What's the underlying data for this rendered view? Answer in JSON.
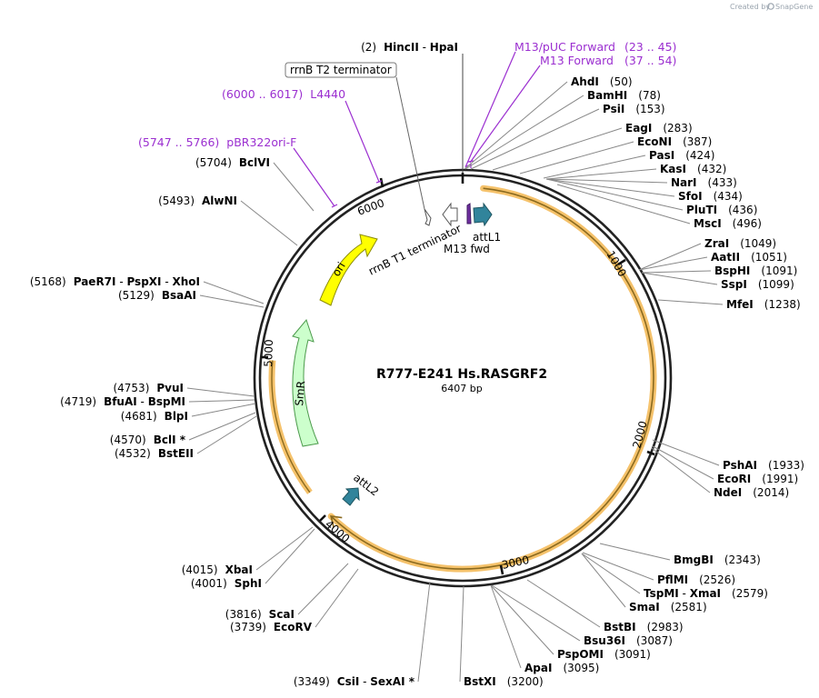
{
  "app": {
    "credit_text": "Created by",
    "brand": "SnapGene"
  },
  "plasmid": {
    "name": "R777-E241 Hs.RASGRF2",
    "length_label": "6407 bp",
    "length": 6407
  },
  "ticks": [
    "1000",
    "2000",
    "3000",
    "4000",
    "5000",
    "6000"
  ],
  "enzyme_labels": [
    {
      "pos": "(2)",
      "parts": [
        "HincII",
        " - ",
        "HpaI"
      ]
    },
    {
      "name": "AhdI",
      "pos": "(50)"
    },
    {
      "name": "BamHI",
      "pos": "(78)"
    },
    {
      "name": "PsiI",
      "pos": "(153)"
    },
    {
      "name": "EagI",
      "pos": "(283)"
    },
    {
      "name": "EcoNI",
      "pos": "(387)"
    },
    {
      "name": "PasI",
      "pos": "(424)"
    },
    {
      "name": "KasI",
      "pos": "(432)"
    },
    {
      "name": "NarI",
      "pos": "(433)"
    },
    {
      "name": "SfoI",
      "pos": "(434)"
    },
    {
      "name": "PluTI",
      "pos": "(436)"
    },
    {
      "name": "MscI",
      "pos": "(496)"
    },
    {
      "name": "ZraI",
      "pos": "(1049)"
    },
    {
      "name": "AatII",
      "pos": "(1051)"
    },
    {
      "name": "BspHI",
      "pos": "(1091)"
    },
    {
      "name": "SspI",
      "pos": "(1099)"
    },
    {
      "name": "MfeI",
      "pos": "(1238)"
    },
    {
      "name": "PshAI",
      "pos": "(1933)"
    },
    {
      "name": "EcoRI",
      "pos": "(1991)"
    },
    {
      "name": "NdeI",
      "pos": "(2014)"
    },
    {
      "name": "BmgBI",
      "pos": "(2343)"
    },
    {
      "name": "PflMI",
      "pos": "(2526)"
    },
    {
      "parts": [
        "TspMI",
        " - ",
        "XmaI"
      ],
      "pos": "(2579)"
    },
    {
      "name": "SmaI",
      "pos": "(2581)"
    },
    {
      "name": "BstBI",
      "pos": "(2983)"
    },
    {
      "name": "Bsu36I",
      "pos": "(3087)"
    },
    {
      "name": "PspOMI",
      "pos": "(3091)"
    },
    {
      "name": "ApaI",
      "pos": "(3095)"
    },
    {
      "name": "BstXI",
      "pos": "(3200)"
    },
    {
      "pos": "(3349)",
      "parts": [
        "CsiI",
        " - ",
        "SexAI *"
      ]
    },
    {
      "pos": "(3739)",
      "name": "EcoRV"
    },
    {
      "pos": "(3816)",
      "name": "ScaI"
    },
    {
      "pos": "(4001)",
      "name": "SphI"
    },
    {
      "pos": "(4015)",
      "name": "XbaI"
    },
    {
      "pos": "(4532)",
      "name": "BstEII"
    },
    {
      "pos": "(4570)",
      "name": "BclI *"
    },
    {
      "pos": "(4681)",
      "name": "BlpI"
    },
    {
      "pos": "(4719)",
      "parts": [
        "BfuAI",
        " - ",
        "BspMI"
      ]
    },
    {
      "pos": "(4753)",
      "name": "PvuI"
    },
    {
      "pos": "(5129)",
      "name": "BsaAI"
    },
    {
      "pos": "(5168)",
      "parts": [
        "PaeR7I",
        " - ",
        "PspXI",
        " - ",
        "XhoI"
      ]
    },
    {
      "pos": "(5493)",
      "name": "AlwNI"
    },
    {
      "pos": "(5704)",
      "name": "BclVI"
    }
  ],
  "primers": [
    {
      "name": "M13/pUC Forward",
      "range": "(23 .. 45)"
    },
    {
      "name": "M13 Forward",
      "range": "(37 .. 54)"
    },
    {
      "name": "L4440",
      "range": "(6000 .. 6017)"
    },
    {
      "name": "pBR322ori-F",
      "range": "(5747 .. 5766)"
    }
  ],
  "boxed_label": "rrnB T2 terminator",
  "features": [
    {
      "name": "ori",
      "color": "#ffff00"
    },
    {
      "name": "SmR",
      "color": "#ccffcc"
    },
    {
      "name": "attL1",
      "color": "#31849b"
    },
    {
      "name": "attL2",
      "color": "#31849b"
    },
    {
      "name": "M13 fwd",
      "color": "#7030a0"
    },
    {
      "name": "rrnB T1 terminator",
      "color": "#ffffff"
    }
  ],
  "colors": {
    "insert_highlight": "#f5c26b",
    "insert_line": "#8a6a1f",
    "primer": "#9b2fd0",
    "feature_teal": "#31849b"
  }
}
